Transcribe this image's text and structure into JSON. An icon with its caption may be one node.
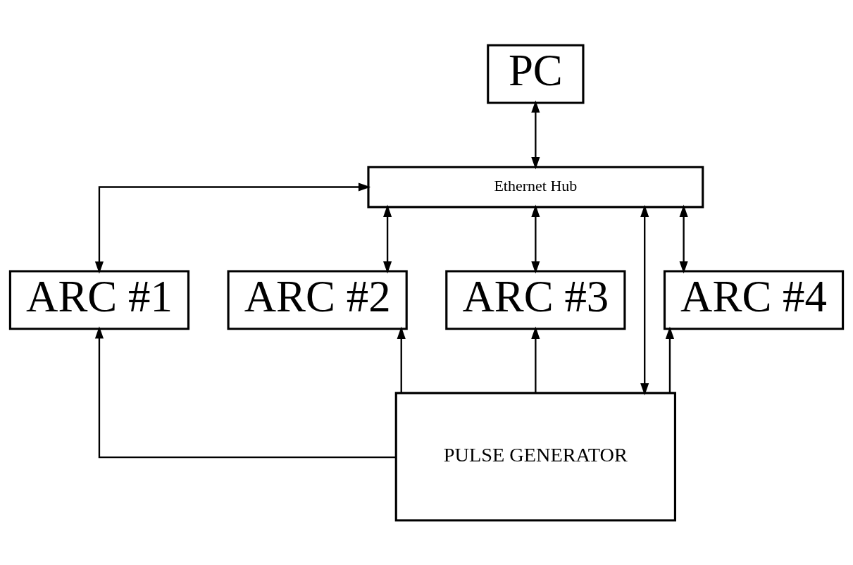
{
  "diagram": {
    "nodes": [
      {
        "text": [
          "PC"
        ]
      },
      {
        "text": [
          "Ethernet Hub"
        ]
      },
      {
        "text": [
          "ARC #1"
        ]
      },
      {
        "text": [
          "ARC #2"
        ]
      },
      {
        "text": [
          "ARC #3"
        ]
      },
      {
        "text": [
          "ARC #4"
        ]
      },
      {
        "text": [
          "PULSE GENERATOR"
        ]
      }
    ],
    "edges": [
      {
        "from": 0,
        "to": 1,
        "arrow": "both"
      },
      {
        "from": 1,
        "to": 2,
        "arrow": "both"
      },
      {
        "from": 1,
        "to": 3,
        "arrow": "both"
      },
      {
        "from": 1,
        "to": 6,
        "arrow": "both"
      },
      {
        "from": 1,
        "to": 4,
        "arrow": "both"
      },
      {
        "from": 1,
        "to": 5,
        "arrow": "both"
      },
      {
        "from": 6,
        "to": 2,
        "arrow": "to"
      },
      {
        "from": 6,
        "to": 3,
        "arrow": "to"
      },
      {
        "from": 6,
        "to": 4,
        "arrow": "to"
      },
      {
        "from": 6,
        "to": 5,
        "arrow": "to"
      }
    ]
  }
}
